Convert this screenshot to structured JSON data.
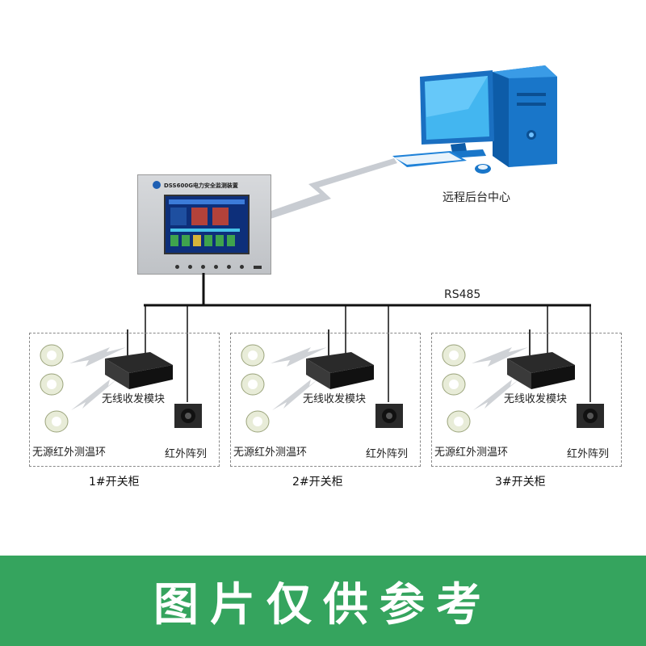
{
  "remote": {
    "label": "远程后台中心"
  },
  "device": {
    "title": "DSS600G电力安全监测装置"
  },
  "bus": {
    "label": "RS485"
  },
  "cabinets": [
    {
      "name": "1#开关柜",
      "wireless_label": "无线收发模块",
      "ring_label": "无源红外测温环",
      "ir_label": "红外阵列"
    },
    {
      "name": "2#开关柜",
      "wireless_label": "无线收发模块",
      "ring_label": "无源红外测温环",
      "ir_label": "红外阵列"
    },
    {
      "name": "3#开关柜",
      "wireless_label": "无线收发模块",
      "ring_label": "无源红外测温环",
      "ir_label": "红外阵列"
    }
  ],
  "banner": {
    "text": "图片仅供参考"
  },
  "colors": {
    "banner_bg": "#35a45e",
    "monitor_blue": "#1e88d6",
    "device_panel": "#c9ccd0"
  }
}
